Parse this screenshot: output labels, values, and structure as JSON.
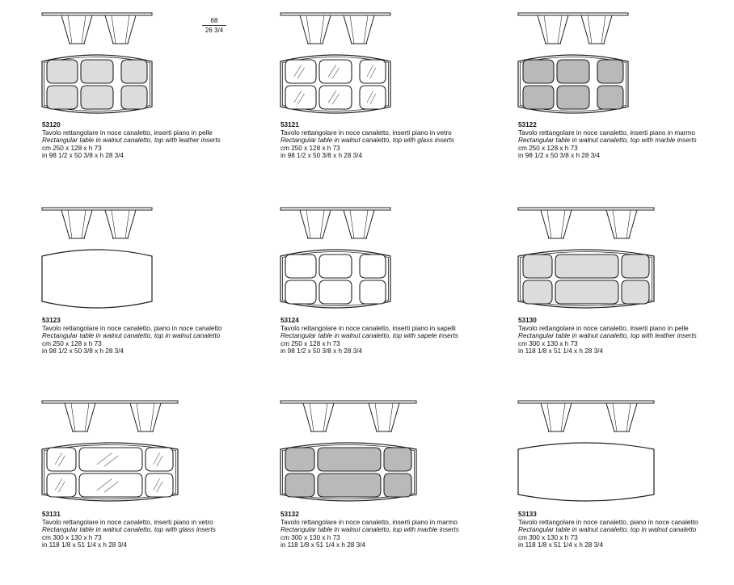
{
  "dimension_callout": {
    "mm": "68",
    "inch": "26 3/4"
  },
  "colors": {
    "leather": "#dcdcdc",
    "marble": "#b9b9b9",
    "line": "#222222"
  },
  "products": [
    {
      "code": "53120",
      "it": "Tavolo rettangolare in noce canaletto, inserti piano in pelle",
      "en": "Rectangular table in walnut canaletto, top with leather inserts",
      "cm": "cm 250 x 128 x h 73",
      "in": "in 98 1/2 x 50 3/8 x h 28 3/4",
      "top": "leather6"
    },
    {
      "code": "53121",
      "it": "Tavolo rettangolare in noce canaletto, inserti piano in vetro",
      "en": "Rectangular table in walnut canaletto, top with glass inserts",
      "cm": "cm 250 x 128 x h 73",
      "in": "in 98 1/2 x 50 3/8 x h 28 3/4",
      "top": "glass6"
    },
    {
      "code": "53122",
      "it": "Tavolo rettangolare in noce canaletto, inserti piano in marmo",
      "en": "Rectangular table in walnut canaletto, top with marble inserts",
      "cm": "cm 250 x 128 x h 73",
      "in": "in 98 1/2 x 50 3/8 x h 28 3/4",
      "top": "marble6"
    },
    {
      "code": "53123",
      "it": "Tavolo rettangolare in noce canaletto, piano  in noce canaletto",
      "en": "Rectangular table in walnut canaletto, top in  walnut canaletto",
      "cm": "cm 250 x 128 x h 73",
      "in": "in 98 1/2 x 50 3/8 x h 28 3/4",
      "top": "plain"
    },
    {
      "code": "53124",
      "it": "Tavolo rettangolare in noce canaletto, inserti piano in sapelli",
      "en": "Rectangular table in walnut canaletto, top with sapele inserts",
      "cm": "cm 250 x 128 x h 73",
      "in": "in 98 1/2 x 50 3/8 x h 28 3/4",
      "top": "sapele6"
    },
    {
      "code": "53130",
      "it": "Tavolo rettangolare in noce canaletto, inserti piano in pelle",
      "en": "Rectangular table in walnut canaletto, top with leather inserts",
      "cm": "cm 300 x 130 x h 73",
      "in": "in 118 1/8 x 51 1/4 x h 28 3/4",
      "top": "leatherL"
    },
    {
      "code": "53131",
      "it": "Tavolo rettangolare in noce canaletto, inserti piano in vetro",
      "en": "Rectangular table in walnut canaletto, top with glass inserts",
      "cm": "cm 300 x 130 x h 73",
      "in": "in 118 1/8 x 51 1/4 x h 28 3/4",
      "top": "glassL"
    },
    {
      "code": "53132",
      "it": "Tavolo rettangolare in noce canaletto, inserti piano in marmo",
      "en": "Rectangular table in walnut canaletto, top with marble inserts",
      "cm": "cm 300 x 130 x h 73",
      "in": "in 118 1/8 x 51 1/4 x h 28 3/4",
      "top": "marbleL"
    },
    {
      "code": "53133",
      "it": "Tavolo rettangolare in noce canaletto, piano  in noce canaletto",
      "en": "Rectangular table in walnut canaletto, top in walnut canaletto",
      "cm": "cm 300 x 130 x h 73",
      "in": "in 118 1/8 x 51 1/4 x h 28 3/4",
      "top": "plainL"
    }
  ]
}
